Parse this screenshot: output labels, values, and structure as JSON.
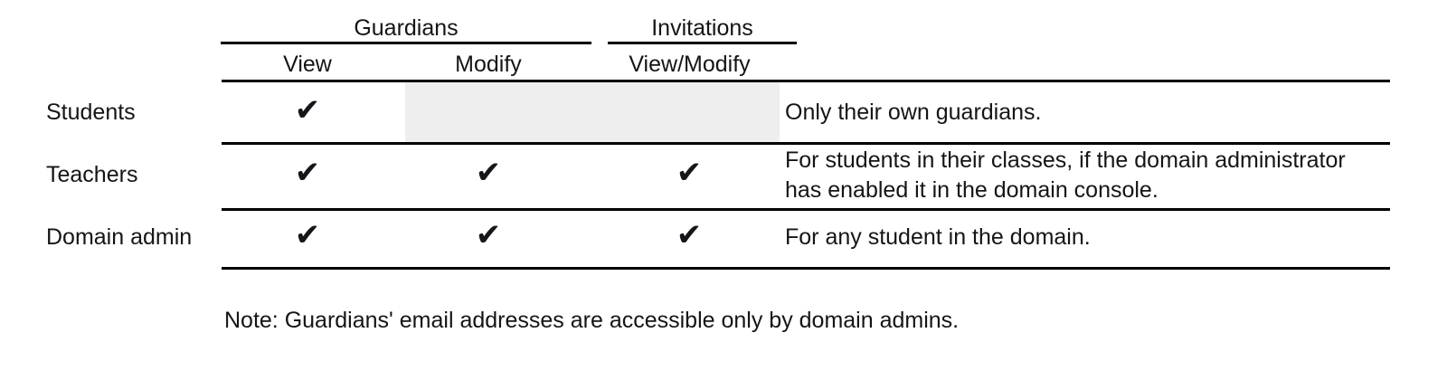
{
  "table": {
    "column_groups": [
      {
        "label": "Guardians",
        "name": "guardians"
      },
      {
        "label": "Invitations",
        "name": "invitations"
      }
    ],
    "columns": [
      {
        "label": "View",
        "name": "guardians-view"
      },
      {
        "label": "Modify",
        "name": "guardians-modify"
      },
      {
        "label": "View/Modify",
        "name": "invitations-view-modify"
      }
    ],
    "rows": [
      {
        "label": "Students",
        "guardians_view": "✔",
        "guardians_modify": "",
        "invitations_view_modify": "",
        "notes": "Only their own guardians."
      },
      {
        "label": "Teachers",
        "guardians_view": "✔",
        "guardians_modify": "✔",
        "invitations_view_modify": "✔",
        "notes": "For students in their classes, if the domain administrator has enabled it in the domain console."
      },
      {
        "label": "Domain admin",
        "guardians_view": "✔",
        "guardians_modify": "✔",
        "invitations_view_modify": "✔",
        "notes": "For any student in the domain."
      }
    ]
  },
  "footnote": "Note: Guardians' email addresses are accessible only by domain admins.",
  "colors": {
    "rule": "#000000",
    "text": "#151515",
    "shaded_cell": "#eeeeee",
    "background": "#ffffff"
  }
}
